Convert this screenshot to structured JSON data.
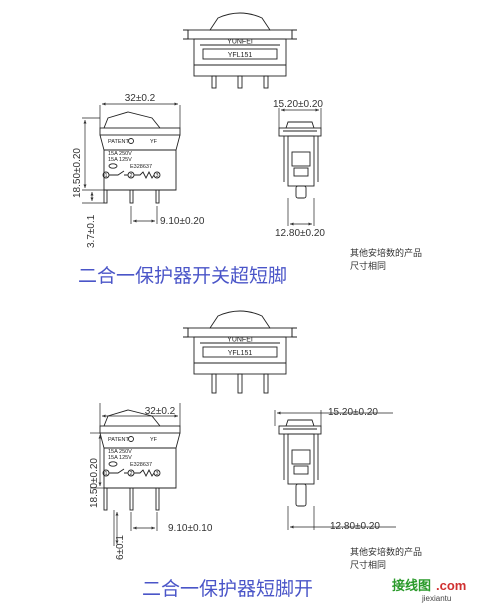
{
  "sections": [
    {
      "front": {
        "brand": "YUNFEI",
        "model": "YFL151"
      },
      "side": {
        "patent": "PATENT",
        "mark": "YF",
        "rating_1": "15A 250V",
        "rating_2": "15A 125V",
        "cert": "E328637",
        "contact_1": "1",
        "contact_2": "2",
        "contact_3": "3"
      },
      "dims": {
        "width": "32±0.2",
        "height": "18.50±0.20",
        "pin_length": "3.7±0.1",
        "pin_pitch": "9.10±0.20",
        "end_top": "15.20±0.20",
        "end_bottom": "12.80±0.20"
      },
      "note_line_1": "其他安培数的产品",
      "note_line_2": "尺寸相同",
      "caption": "二合一保护器开关超短脚"
    },
    {
      "front": {
        "brand": "YUNFEI",
        "model": "YFL151"
      },
      "side": {
        "patent": "PATENT",
        "mark": "YF",
        "rating_1": "15A 250V",
        "rating_2": "15A 125V",
        "cert": "E328637",
        "contact_1": "1",
        "contact_2": "2",
        "contact_3": "3"
      },
      "dims": {
        "width": "32±0.2",
        "height": "18.50±0.20",
        "pin_length": "6±0.1",
        "pin_pitch": "9.10±0.10",
        "end_top": "15.20±0.20",
        "end_bottom": "12.80±0.20"
      },
      "note_line_1": "其他安培数的产品",
      "note_line_2": "尺寸相同",
      "caption": "二合一保护器短脚开"
    }
  ],
  "watermark": {
    "site_cn": "接线图",
    "site_tld": ".com",
    "site_url": "jiexiantu"
  }
}
